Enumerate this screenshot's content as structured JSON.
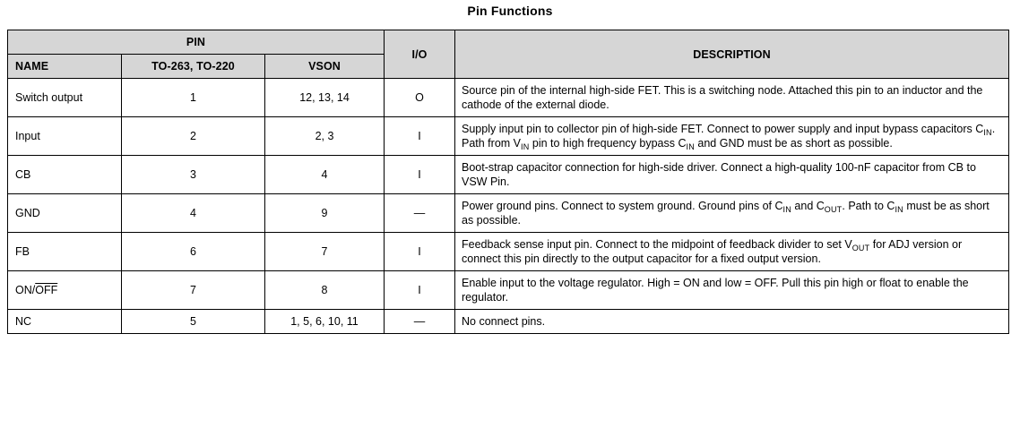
{
  "title": "Pin Functions",
  "table": {
    "group_header": "PIN",
    "columns": {
      "name": "NAME",
      "pin_to263_to220": "TO-263, TO-220",
      "pin_vson": "VSON",
      "io": "I/O",
      "description": "DESCRIPTION"
    },
    "rows": [
      {
        "name": "Switch output",
        "to263_to220": "1",
        "vson": "12, 13, 14",
        "io": "O",
        "description": "Source pin of the internal high-side FET. This is a switching node. Attached this pin to an inductor and the cathode of the external diode."
      },
      {
        "name": "Input",
        "to263_to220": "2",
        "vson": "2, 3",
        "io": "I",
        "description": "Supply input pin to collector pin of high-side FET. Connect to power supply and input bypass capacitors CIN. Path from VIN pin to high frequency bypass CIN and GND must be as short as possible."
      },
      {
        "name": "CB",
        "to263_to220": "3",
        "vson": "4",
        "io": "I",
        "description": "Boot-strap capacitor connection for high-side driver. Connect a high-quality 100-nF capacitor from CB to VSW Pin."
      },
      {
        "name": "GND",
        "to263_to220": "4",
        "vson": "9",
        "io": "—",
        "description": "Power ground pins. Connect to system ground. Ground pins of CIN and COUT. Path to CIN must be as short as possible."
      },
      {
        "name": "FB",
        "to263_to220": "6",
        "vson": "7",
        "io": "I",
        "description": "Feedback sense input pin. Connect to the midpoint of feedback divider to set VOUT for ADJ version or connect this pin directly to the output capacitor for a fixed output version."
      },
      {
        "name": "ON/OFF",
        "name_overline_part": "OFF",
        "name_plain_part": "ON/",
        "to263_to220": "7",
        "vson": "8",
        "io": "I",
        "description": "Enable input to the voltage regulator. High = ON and low = OFF. Pull this pin high or float to enable the regulator."
      },
      {
        "name": "NC",
        "to263_to220": "5",
        "vson": "1, 5, 6, 10, 11",
        "io": "—",
        "description": "No connect pins."
      }
    ]
  },
  "colors": {
    "header_bg": "#d6d6d6",
    "border": "#000000",
    "text": "#000000",
    "page_bg": "#ffffff"
  }
}
